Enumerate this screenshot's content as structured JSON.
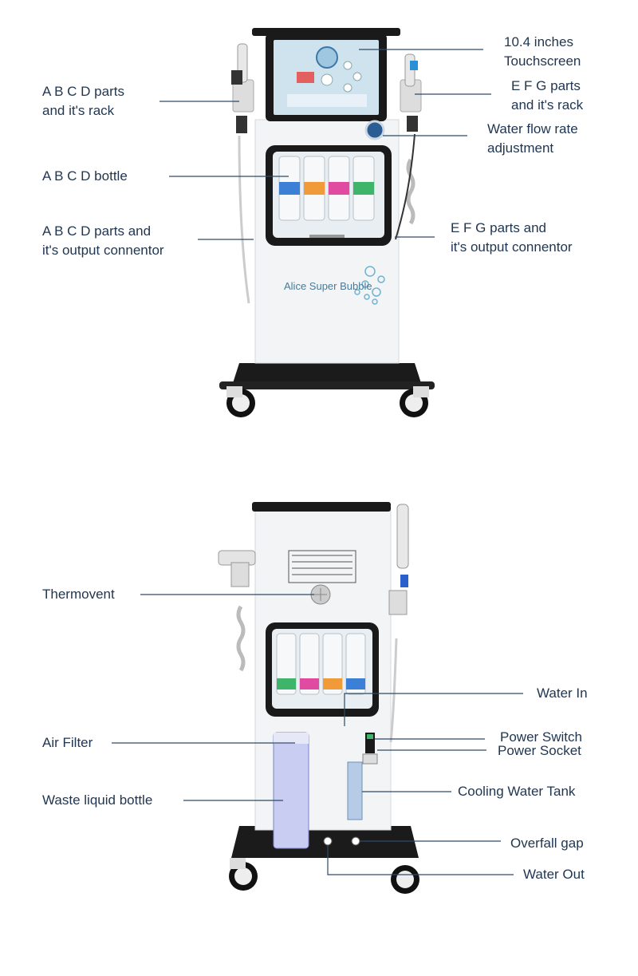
{
  "figure_top": {
    "brand_text": "Alice Super Bubble",
    "labels_left": [
      "A B C D parts\nand it's rack",
      "A B C D bottle",
      "A B C D parts and\nit's output connentor"
    ],
    "labels_right": [
      "10.4 inches\nTouchscreen",
      "E F G parts\nand it's rack",
      "Water flow rate\nadjustment",
      "E F G parts and\nit's output connentor"
    ]
  },
  "figure_bottom": {
    "labels_left": [
      "Thermovent",
      "Air Filter",
      "Waste liquid bottle"
    ],
    "labels_right": [
      "Water In",
      "Power Switch",
      "Power Socket",
      "Cooling Water Tank",
      "Overfall gap",
      "Water Out"
    ]
  },
  "colors": {
    "label_text": "#1f3550",
    "leader_line": "#2d4a66",
    "machine_body": "#f2f4f6",
    "frame_black": "#1a1a1a",
    "screen_blue": "#9fc7e0"
  }
}
